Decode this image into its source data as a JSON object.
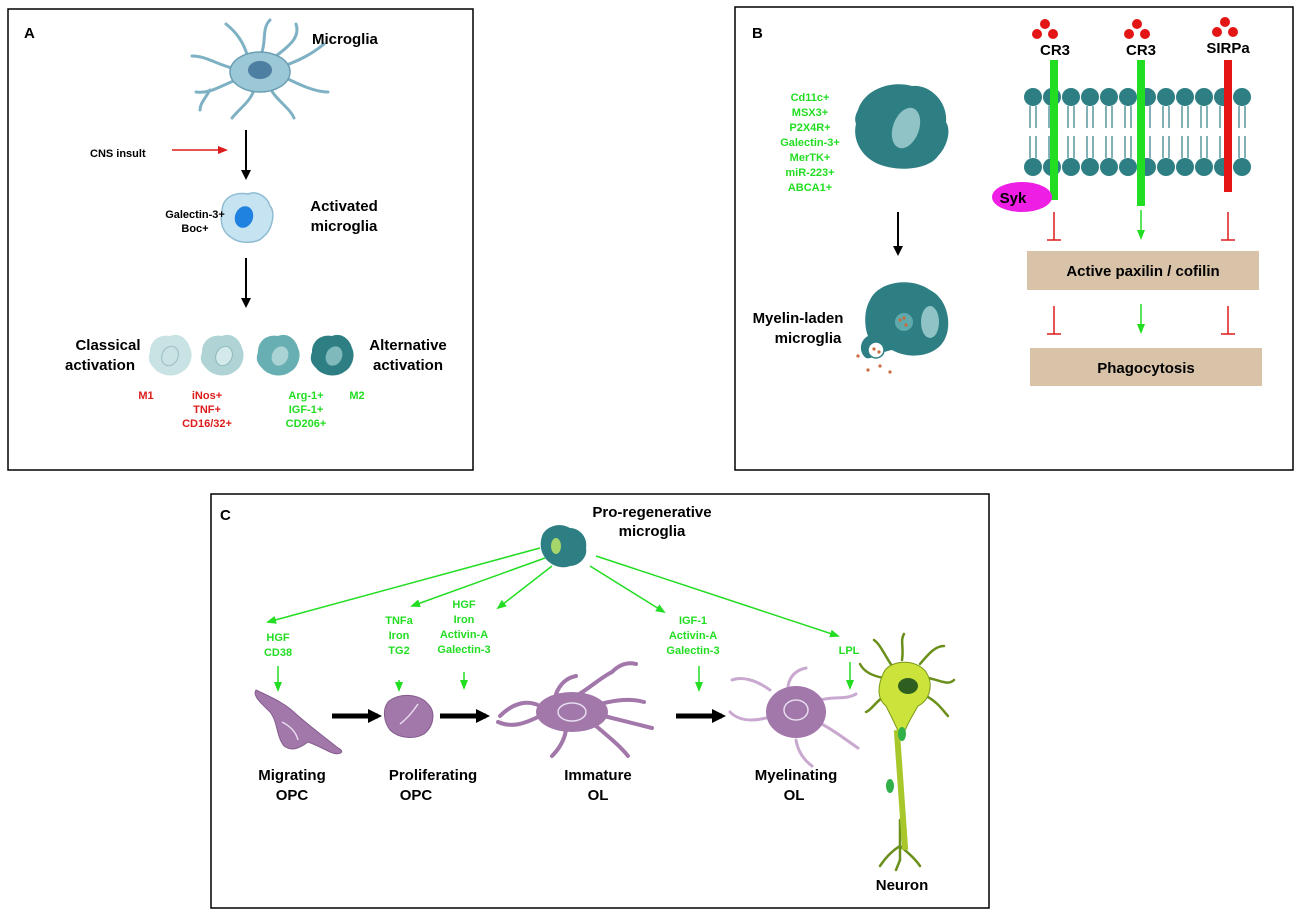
{
  "colors": {
    "green": "#22dd22",
    "red": "#dd1c1c",
    "teal_dark": "#2e7f83",
    "teal_mid": "#5fa9ac",
    "teal_light": "#a4cfd1",
    "teal_pale": "#c9e2e3",
    "purple": "#a277aa",
    "box_tan": "#d8c3a8"
  },
  "panel_a": {
    "label": "A",
    "microglia": "Microglia",
    "cns_insult": "CNS insult",
    "activated_markers": [
      "Galectin-3+",
      "Boc+"
    ],
    "activated_title": [
      "Activated",
      "microglia"
    ],
    "classical": [
      "Classical",
      "activation"
    ],
    "alternative": [
      "Alternative",
      "activation"
    ],
    "m1": "M1",
    "m1_markers": [
      "iNos+",
      "TNF+",
      "CD16/32+"
    ],
    "m2_markers": [
      "Arg-1+",
      "IGF-1+",
      "CD206+"
    ],
    "m2": "M2"
  },
  "panel_b": {
    "label": "B",
    "markers": [
      "Cd11c+",
      "MSX3+",
      "P2X4R+",
      "Galectin-3+",
      "MerTK+",
      "miR-223+",
      "ABCA1+"
    ],
    "myelin_laden": [
      "Myelin-laden",
      "microglia"
    ],
    "receptors": [
      "CR3",
      "CR3",
      "SIRPa"
    ],
    "syk": "Syk",
    "paxilin_box": "Active paxilin / cofilin",
    "phago_box": "Phagocytosis"
  },
  "panel_c": {
    "label": "C",
    "source": [
      "Pro-regenerative",
      "microglia"
    ],
    "factors": [
      [
        "HGF",
        "CD38"
      ],
      [
        "TNFa",
        "Iron",
        "TG2"
      ],
      [
        "HGF",
        "Iron",
        "Activin-A",
        "Galectin-3"
      ],
      [
        "IGF-1",
        "Activin-A",
        "Galectin-3"
      ],
      [
        "LPL"
      ]
    ],
    "stages": [
      [
        "Migrating",
        "OPC"
      ],
      [
        "Proliferating",
        "OPC"
      ],
      [
        "Immature",
        "OL"
      ],
      [
        "Myelinating",
        "OL"
      ]
    ],
    "neuron": "Neuron"
  }
}
